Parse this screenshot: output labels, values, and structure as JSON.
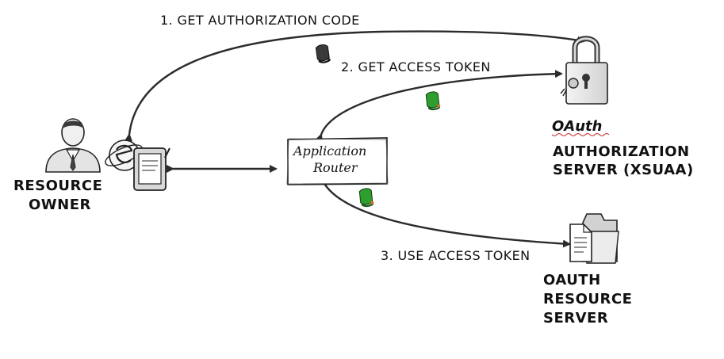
{
  "steps": {
    "step1": "1. GET AUTHORIZATION CODE",
    "step2": "2. GET ACCESS TOKEN",
    "step3": "3. USE ACCESS TOKEN"
  },
  "resource_owner": {
    "line1": "RESOURCE",
    "line2": "OWNER"
  },
  "app_router": {
    "line1": "Application",
    "line2": "Router"
  },
  "auth_server": {
    "brand": "OAuth",
    "line1": "AUTHORIZATION",
    "line2": "SERVER (XSUAA)"
  },
  "resource_server": {
    "line1": "OAUTH",
    "line2": "RESOURCE",
    "line3": "SERVER"
  },
  "colors": {
    "auth_code_token": "#3a3a3a",
    "access_token": "#2e9e2e",
    "arrow": "#2b2b2b"
  },
  "icons": {
    "resource_owner": "user-icon",
    "browser": "browser-tablet-icon",
    "auth_server": "padlock-key-icon",
    "resource_server": "documents-folder-icon",
    "auth_code": "scroll-token-gray-icon",
    "access_token": "scroll-token-green-icon"
  }
}
